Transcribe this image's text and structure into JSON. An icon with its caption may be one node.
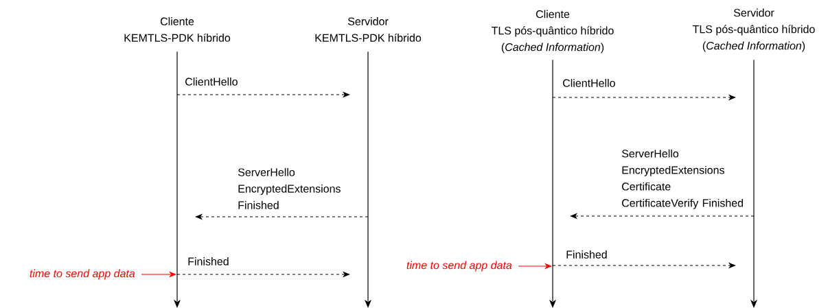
{
  "diagram": {
    "nodes": [
      {
        "text": [
          "Cliente",
          "KEMTLS-PDK híbrido"
        ]
      },
      {
        "text": [
          "Servidor",
          "KEMTLS-PDK híbrido"
        ]
      },
      {
        "text": [
          "Cliente",
          "TLS pós-quântico híbrido",
          "(*Cached Information*)"
        ]
      },
      {
        "text": [
          "Servidor",
          "TLS pós-quântico híbrido",
          "(*Cached Information*)"
        ]
      },
      {
        "text": [
          "*time to send app data*"
        ]
      },
      {
        "text": [
          "*time to send app data*"
        ]
      },
      {
        "text": [],
        "shape": "bar"
      },
      {
        "text": [],
        "shape": "bar"
      },
      {
        "text": [],
        "shape": "bar"
      },
      {
        "text": [],
        "shape": "bar"
      }
    ],
    "edges": [
      {
        "from": 6,
        "to": null,
        "arrow": "to",
        "label": "ClientHello",
        "style": "dashed"
      },
      {
        "from": 7,
        "to": null,
        "arrow": "to",
        "label": "ServerHello EncryptedExtensions Finished",
        "style": "dashed"
      },
      {
        "from": 6,
        "to": null,
        "arrow": "to",
        "label": "Finished",
        "style": "dashed"
      },
      {
        "from": 8,
        "to": null,
        "arrow": "to",
        "label": "ClientHello",
        "style": "dashed"
      },
      {
        "from": 9,
        "to": null,
        "arrow": "to",
        "label": "ServerHello EncryptedExtensions Certificate CertificateVerify Finished",
        "style": "dashed"
      },
      {
        "from": 8,
        "to": null,
        "arrow": "to",
        "label": "Finished",
        "style": "dashed"
      },
      {
        "from": 4,
        "to": 6,
        "arrow": "to",
        "color": "#ff0000"
      },
      {
        "from": 5,
        "to": 8,
        "arrow": "to",
        "color": "#ff0000"
      }
    ]
  }
}
